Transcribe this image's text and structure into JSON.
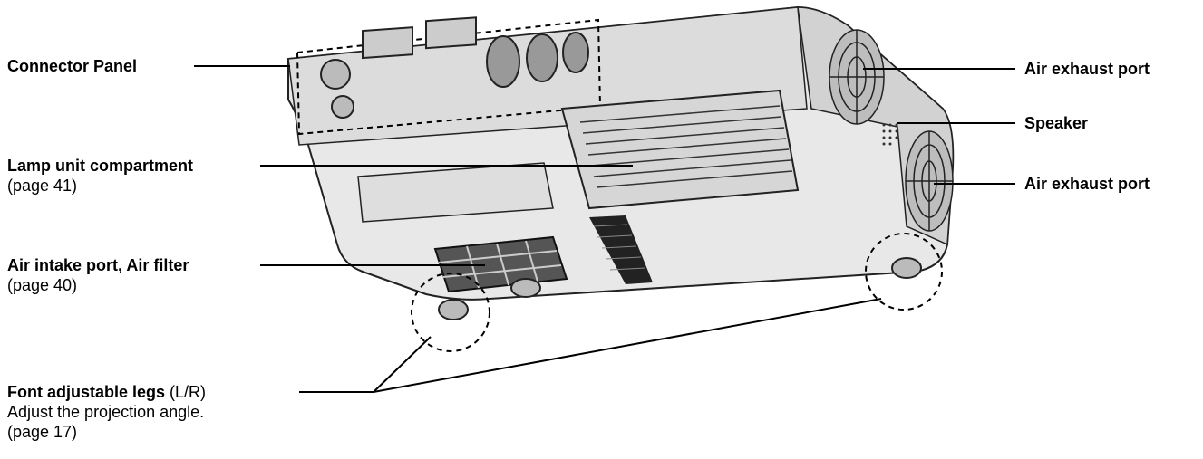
{
  "labels": {
    "connector_panel": {
      "title": "Connector Panel"
    },
    "lamp_unit": {
      "title": "Lamp unit compartment",
      "sub": "(page 41)"
    },
    "air_intake": {
      "title": "Air intake port, Air filter",
      "sub": "(page 40)"
    },
    "front_legs": {
      "title": "Font adjustable legs",
      "title_suffix": " (L/R)",
      "sub1": "Adjust the projection angle.",
      "sub2": "(page 17)"
    },
    "air_exhaust_top": {
      "title": "Air exhaust port"
    },
    "speaker": {
      "title": "Speaker"
    },
    "air_exhaust_bottom": {
      "title": "Air exhaust port"
    }
  },
  "colors": {
    "line": "#000000",
    "body_fill": "#e8e8e8",
    "body_dark": "#c9c9c9",
    "stroke": "#222222"
  }
}
